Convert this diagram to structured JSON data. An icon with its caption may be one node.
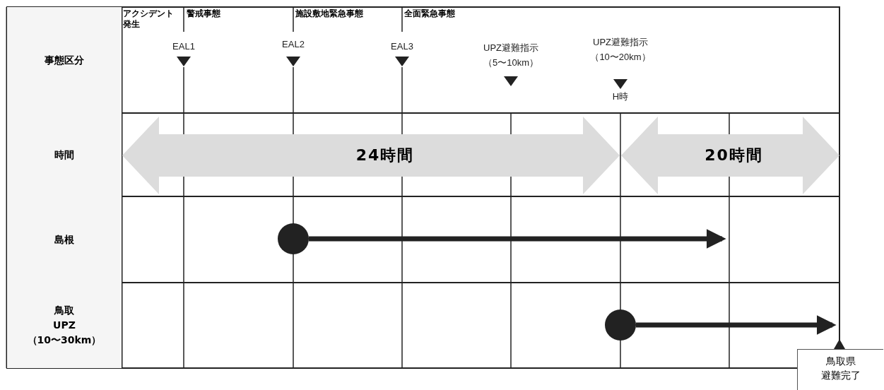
{
  "diagram": {
    "nodes": [
      {
        "text": [
          "24時間"
        ]
      },
      {
        "text": [
          "20時間"
        ]
      },
      {
        "text": [],
        "shape": "circle"
      },
      {
        "text": [],
        "shape": "circle"
      },
      {
        "text": [
          "鳥取県避難完了"
        ]
      }
    ],
    "edges": [
      {
        "from": 2,
        "to": null,
        "arrow": "to"
      },
      {
        "from": 3,
        "to": 4,
        "arrow": "to"
      }
    ],
    "labels": [
      "事態区分",
      "時間",
      "島根",
      "鳥取 UPZ （10〜30km）",
      "アクシデント発生",
      "警戒事態",
      "施設敷地緊急事態",
      "全面緊急事態",
      "EAL1",
      "EAL2",
      "EAL3",
      "UPZ避難指示（5〜10km）",
      "UPZ避難指示（10〜20km）",
      "H時"
    ]
  }
}
